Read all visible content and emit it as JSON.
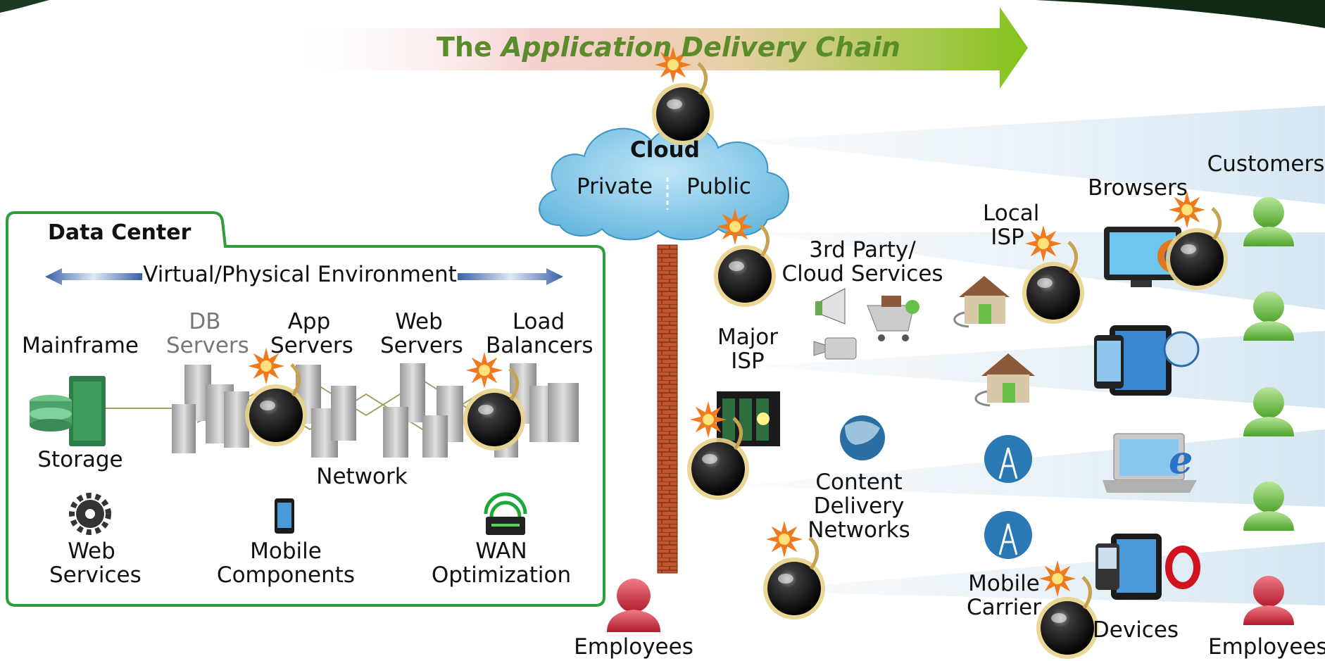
{
  "title": {
    "prefix": "The ",
    "emphasis": "Application Delivery Chain"
  },
  "cloud": {
    "title": "Cloud",
    "private": "Private",
    "public": "Public"
  },
  "data_center": {
    "title": "Data Center",
    "environment": "Virtual/Physical Environment",
    "mainframe": "Mainframe",
    "storage": "Storage",
    "db_servers": [
      "DB",
      "Servers"
    ],
    "app_servers": [
      "App",
      "Servers"
    ],
    "web_servers": [
      "Web",
      "Servers"
    ],
    "load_balancers": [
      "Load",
      "Balancers"
    ],
    "network": "Network",
    "web_services": [
      "Web",
      "Services"
    ],
    "mobile_components": [
      "Mobile",
      "Components"
    ],
    "wan_optimization": [
      "WAN",
      "Optimization"
    ]
  },
  "network_side": {
    "third_party": [
      "3rd Party/",
      "Cloud Services"
    ],
    "major_isp": [
      "Major",
      "ISP"
    ],
    "cdn": [
      "Content",
      "Delivery",
      "Networks"
    ],
    "local_isp": [
      "Local",
      "ISP"
    ],
    "mobile_carrier": [
      "Mobile",
      "Carrier"
    ]
  },
  "endpoints": {
    "browsers": "Browsers",
    "customers": "Customers",
    "devices": "Devices",
    "employees_right": "Employees",
    "employees_left": "Employees"
  },
  "colors": {
    "title_green": "#5a8c2a",
    "frame_green": "#2e9e3c",
    "cloud_blue": "#7cc6e8",
    "firewall_brick": "#b24a2c",
    "user_green": "#6cc04a",
    "user_red": "#c8283a"
  }
}
